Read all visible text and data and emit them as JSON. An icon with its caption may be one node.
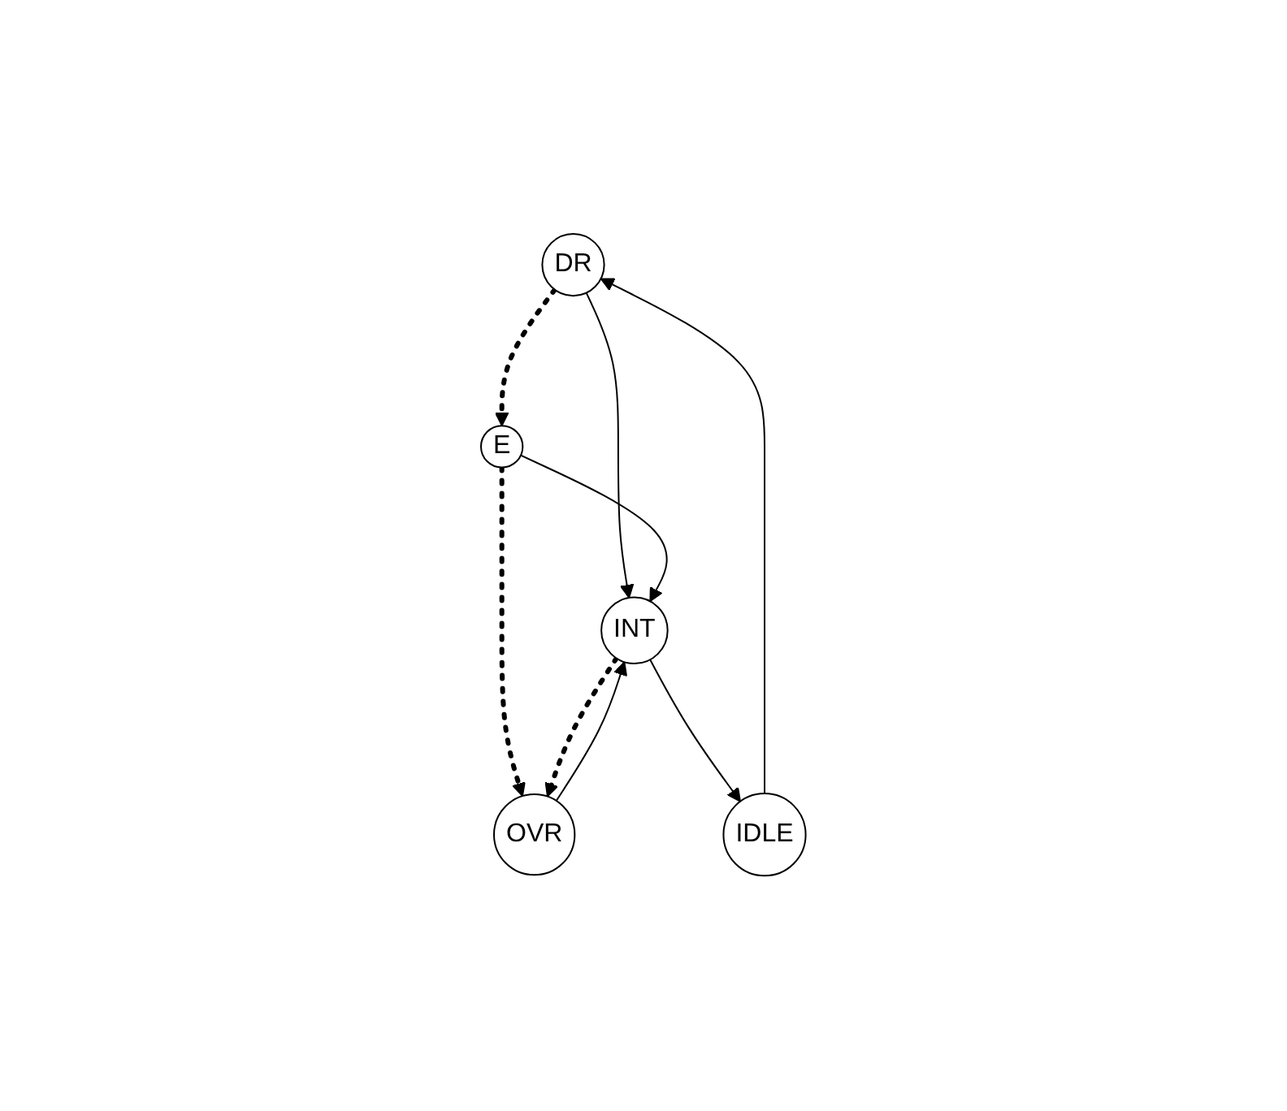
{
  "diagram": {
    "nodes": [
      {
        "text": [
          "DR"
        ]
      },
      {
        "text": [
          "E"
        ]
      },
      {
        "text": [
          "INT"
        ]
      },
      {
        "text": [
          "IDLE"
        ]
      },
      {
        "text": [
          "OVR"
        ]
      }
    ],
    "edges": [
      {
        "from": 0,
        "to": 1,
        "arrow": "to",
        "style": "dashed"
      },
      {
        "from": 0,
        "to": 2,
        "arrow": "to"
      },
      {
        "from": 1,
        "to": 2,
        "arrow": "to"
      },
      {
        "from": 1,
        "to": 4,
        "arrow": "to",
        "style": "dashed"
      },
      {
        "from": 2,
        "to": 4,
        "arrow": "to",
        "style": "dashed"
      },
      {
        "from": 4,
        "to": 2,
        "arrow": "to"
      },
      {
        "from": 2,
        "to": 3,
        "arrow": "to"
      },
      {
        "from": 3,
        "to": 0,
        "arrow": "to"
      }
    ]
  }
}
